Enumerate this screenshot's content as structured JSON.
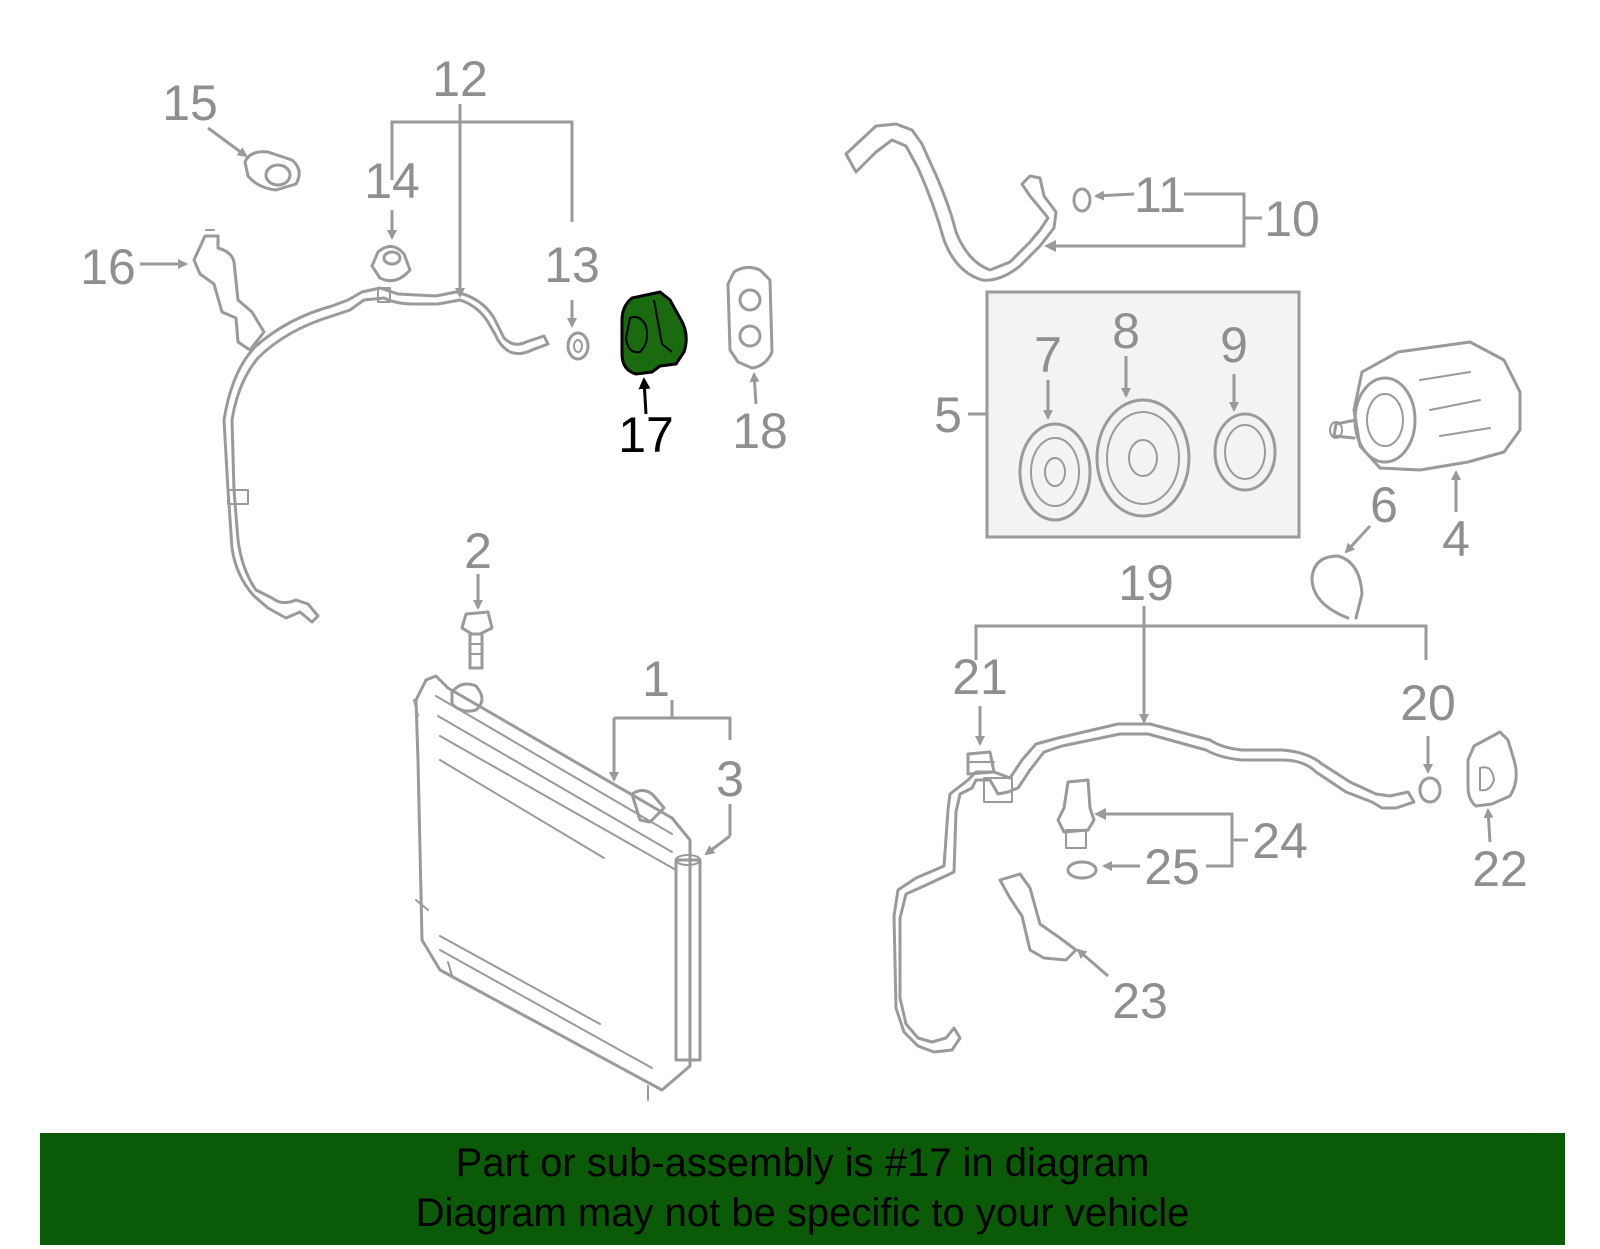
{
  "diagram": {
    "highlight_color": "#1a6a10",
    "highlighted_part": "17",
    "callouts": [
      "1",
      "2",
      "3",
      "4",
      "5",
      "6",
      "7",
      "8",
      "9",
      "10",
      "11",
      "12",
      "13",
      "14",
      "15",
      "16",
      "17",
      "18",
      "19",
      "20",
      "21",
      "22",
      "23",
      "24",
      "25"
    ]
  },
  "banner": {
    "background": "#0b5a08",
    "line1": "Part or sub-assembly is #17 in diagram",
    "line2": "Diagram may not be specific to your vehicle"
  }
}
